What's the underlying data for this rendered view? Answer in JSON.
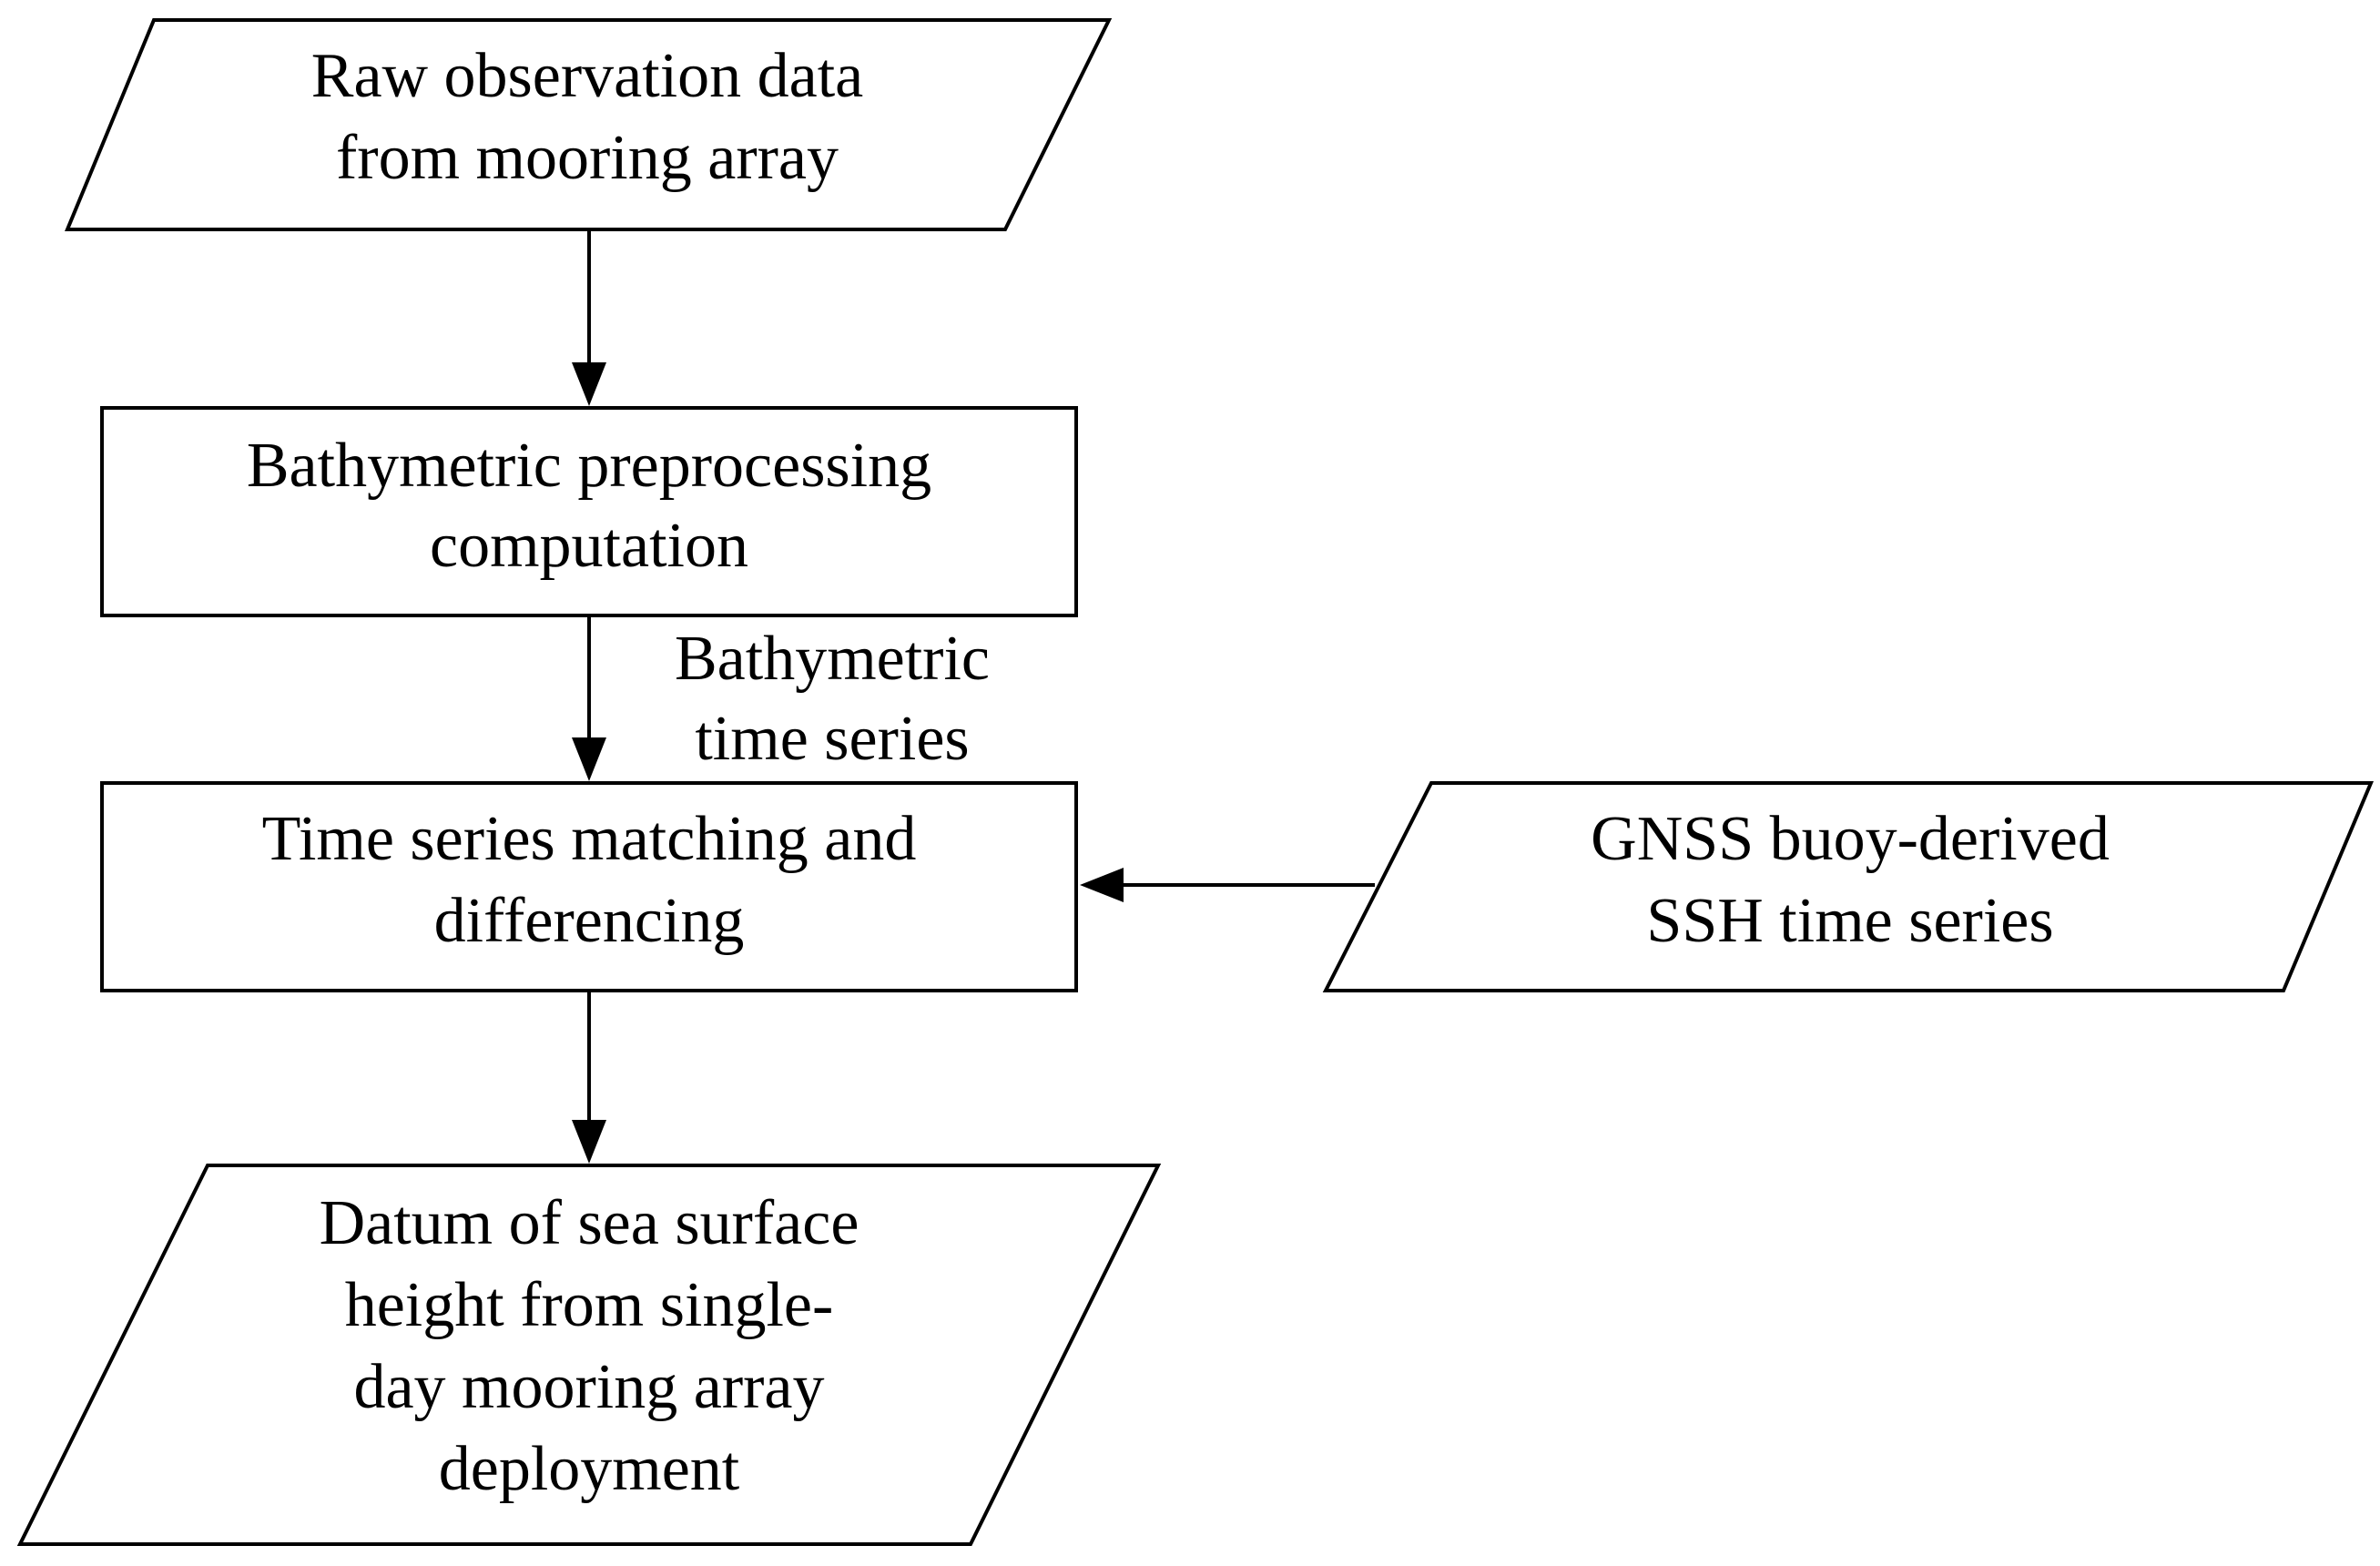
{
  "nodes": {
    "raw_data": {
      "shape": "parallelogram",
      "lines": [
        "Raw observation data",
        "from mooring array"
      ]
    },
    "preprocessing": {
      "shape": "rectangle",
      "lines": [
        "Bathymetric preprocessing",
        "computation"
      ]
    },
    "matching": {
      "shape": "rectangle",
      "lines": [
        "Time series matching and",
        "differencing"
      ]
    },
    "gnss": {
      "shape": "parallelogram",
      "lines": [
        "GNSS buoy-derived",
        "SSH time series"
      ]
    },
    "datum": {
      "shape": "parallelogram",
      "lines": [
        "Datum of sea surface",
        "height from single-",
        "day mooring array",
        "deployment"
      ]
    }
  },
  "edges": [
    {
      "from": "raw_data",
      "to": "preprocessing",
      "label": []
    },
    {
      "from": "preprocessing",
      "to": "matching",
      "label": [
        "Bathymetric",
        "time series"
      ]
    },
    {
      "from": "gnss",
      "to": "matching",
      "label": []
    },
    {
      "from": "matching",
      "to": "datum",
      "label": []
    }
  ],
  "colors": {
    "stroke": "#000000",
    "fill": "#ffffff",
    "text": "#000000"
  }
}
